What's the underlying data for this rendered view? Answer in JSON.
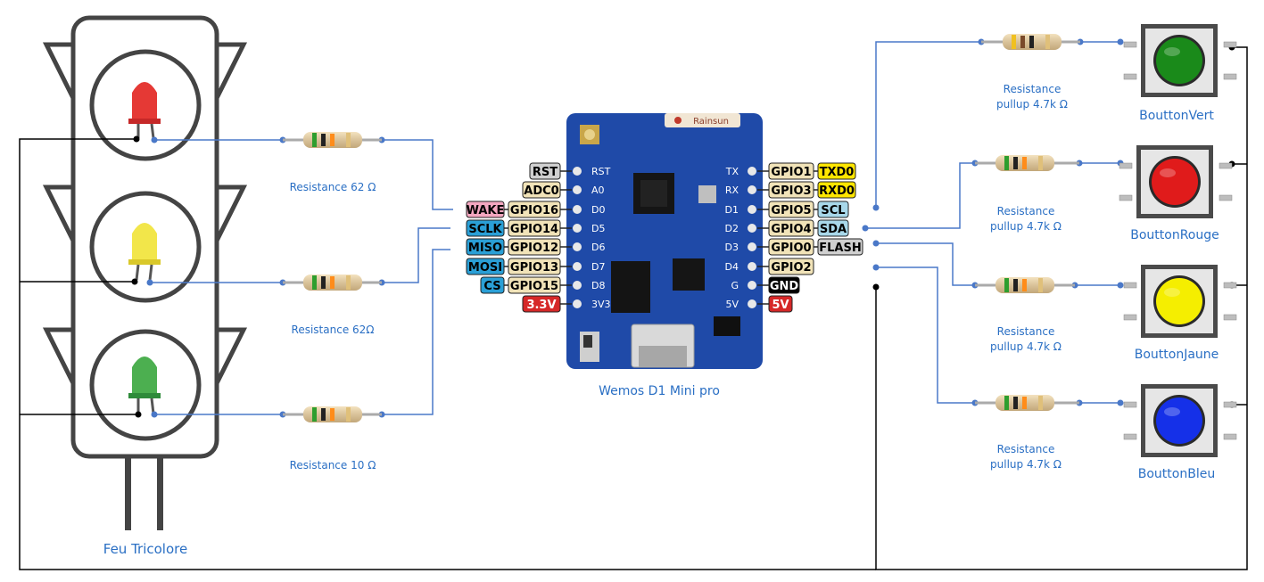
{
  "traffic_light": {
    "label": "Feu Tricolore",
    "led_colors": {
      "red": "#e53935",
      "yellow": "#f2e64a",
      "green": "#4caf50"
    }
  },
  "resistors_left": [
    {
      "label": "Resistance 62 Ω"
    },
    {
      "label": "Resistance 62Ω"
    },
    {
      "label": "Resistance 10 Ω"
    }
  ],
  "board": {
    "label": "Wemos D1 Mini pro",
    "brand": "Rainsun",
    "left_pins": [
      {
        "silk": "RST",
        "gpio": "",
        "extra": "RST",
        "extra_color": "#d0d0d0",
        "extra_text": "#000000"
      },
      {
        "silk": "A0",
        "gpio": "ADC0",
        "extra": "",
        "extra_color": "",
        "extra_text": ""
      },
      {
        "silk": "D0",
        "gpio": "GPIO16",
        "extra": "WAKE",
        "extra_color": "#f4a7c0",
        "extra_text": "#000000"
      },
      {
        "silk": "D5",
        "gpio": "GPIO14",
        "extra": "SCLK",
        "extra_color": "#2a9fd6",
        "extra_text": "#000000"
      },
      {
        "silk": "D6",
        "gpio": "GPIO12",
        "extra": "MISO",
        "extra_color": "#2a9fd6",
        "extra_text": "#000000"
      },
      {
        "silk": "D7",
        "gpio": "GPIO13",
        "extra": "MOSI",
        "extra_color": "#2a9fd6",
        "extra_text": "#000000"
      },
      {
        "silk": "D8",
        "gpio": "GPIO15",
        "extra": "CS",
        "extra_color": "#2a9fd6",
        "extra_text": "#000000"
      },
      {
        "silk": "3V3",
        "gpio": "",
        "extra": "3.3V",
        "extra_color": "#d62828",
        "extra_text": "#ffffff"
      }
    ],
    "right_pins": [
      {
        "silk": "TX",
        "gpio": "GPIO1",
        "extra": "TXD0",
        "extra_color": "#ffe600",
        "extra_text": "#000000"
      },
      {
        "silk": "RX",
        "gpio": "GPIO3",
        "extra": "RXD0",
        "extra_color": "#ffe600",
        "extra_text": "#000000"
      },
      {
        "silk": "D1",
        "gpio": "GPIO5",
        "extra": "SCL",
        "extra_color": "#a8d8ea",
        "extra_text": "#000000"
      },
      {
        "silk": "D2",
        "gpio": "GPIO4",
        "extra": "SDA",
        "extra_color": "#a8d8ea",
        "extra_text": "#000000"
      },
      {
        "silk": "D3",
        "gpio": "GPIO0",
        "extra": "FLASH",
        "extra_color": "#d0d0d0",
        "extra_text": "#000000"
      },
      {
        "silk": "D4",
        "gpio": "GPIO2",
        "extra": "",
        "extra_color": "",
        "extra_text": ""
      },
      {
        "silk": "G",
        "gpio": "GND",
        "extra": "",
        "extra_color": "#000000",
        "extra_text": "#ffffff"
      },
      {
        "silk": "5V",
        "gpio": "5V",
        "extra": "",
        "extra_color": "#d62828",
        "extra_text": "#ffffff"
      }
    ]
  },
  "buttons": [
    {
      "label": "BouttonVert",
      "color": "#1a8a1a",
      "resistor_line1": "Resistance",
      "resistor_line2": "pullup 4.7k Ω"
    },
    {
      "label": "BouttonRouge",
      "color": "#e01b1b",
      "resistor_line1": "Resistance",
      "resistor_line2": "pullup 4.7k Ω"
    },
    {
      "label": "BouttonJaune",
      "color": "#f5ee00",
      "resistor_line1": "Resistance",
      "resistor_line2": "pullup 4.7k Ω"
    },
    {
      "label": "BouttonBleu",
      "color": "#1530e8",
      "resistor_line1": "Resistance",
      "resistor_line2": "pullup 4.7k Ω"
    }
  ],
  "colors": {
    "wire": "#4a78c8",
    "ground": "#000000",
    "board": "#1f4aa8"
  }
}
